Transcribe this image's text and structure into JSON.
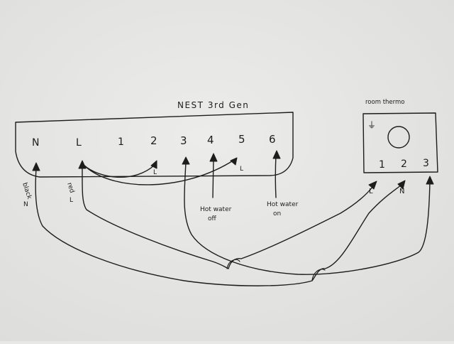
{
  "nest": {
    "title": "NEST 3rd Gen",
    "terminals": [
      "N",
      "L",
      "1",
      "2",
      "3",
      "4",
      "5",
      "6"
    ],
    "mark_2": "L",
    "mark_5": "L"
  },
  "room_thermo": {
    "title": "room thermo",
    "earth_symbol": "⏚",
    "terminals": [
      "1",
      "2",
      "3"
    ],
    "mark_1": "L",
    "mark_2": "N"
  },
  "notes": {
    "black": "black",
    "black_n": "N",
    "red": "red",
    "red_l": "L",
    "hot_water_off_1": "Hot water",
    "hot_water_off_2": "off",
    "hot_water_on_1": "Hot water",
    "hot_water_on_2": "on"
  },
  "colors": {
    "paper": "#e8e8e6",
    "ink": "#1d1d1d"
  }
}
